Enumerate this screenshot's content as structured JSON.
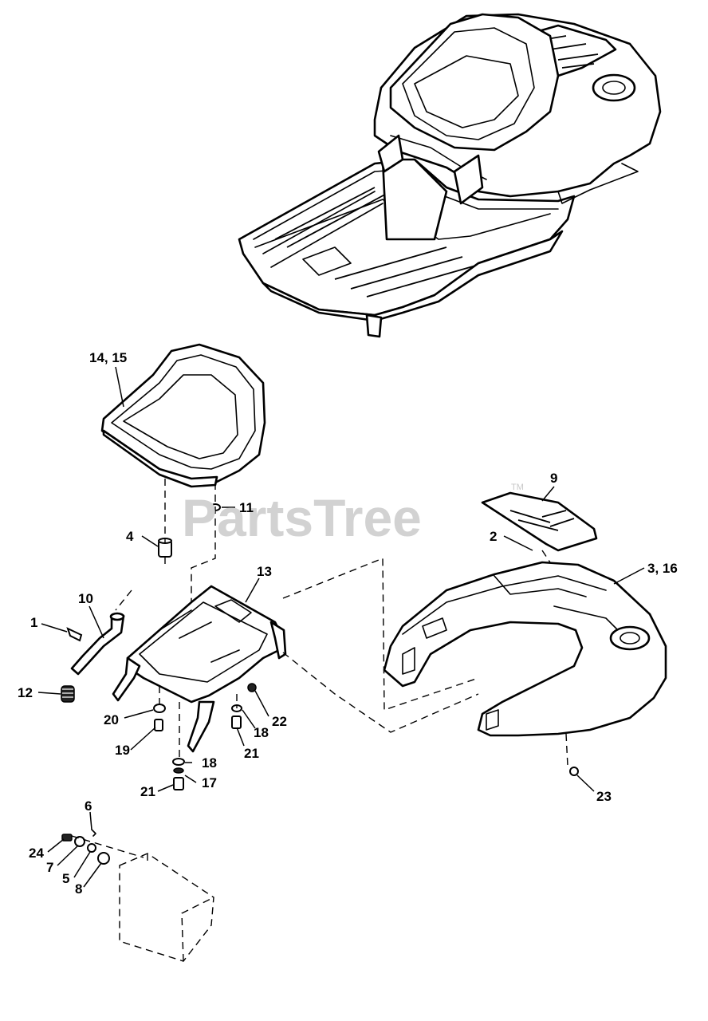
{
  "watermark": {
    "text": "PartsTree",
    "trademark": "TM"
  },
  "callouts": [
    {
      "id": "c-14-15",
      "label": "14, 15"
    },
    {
      "id": "c-11",
      "label": "11"
    },
    {
      "id": "c-4",
      "label": "4"
    },
    {
      "id": "c-13",
      "label": "13"
    },
    {
      "id": "c-10",
      "label": "10"
    },
    {
      "id": "c-1",
      "label": "1"
    },
    {
      "id": "c-12",
      "label": "12"
    },
    {
      "id": "c-20",
      "label": "20"
    },
    {
      "id": "c-19",
      "label": "19"
    },
    {
      "id": "c-22",
      "label": "22"
    },
    {
      "id": "c-18a",
      "label": "18"
    },
    {
      "id": "c-21a",
      "label": "21"
    },
    {
      "id": "c-18b",
      "label": "18"
    },
    {
      "id": "c-17",
      "label": "17"
    },
    {
      "id": "c-21b",
      "label": "21"
    },
    {
      "id": "c-9",
      "label": "9"
    },
    {
      "id": "c-2",
      "label": "2"
    },
    {
      "id": "c-3-16",
      "label": "3, 16"
    },
    {
      "id": "c-23",
      "label": "23"
    },
    {
      "id": "c-6",
      "label": "6"
    },
    {
      "id": "c-24",
      "label": "24"
    },
    {
      "id": "c-7",
      "label": "7"
    },
    {
      "id": "c-5",
      "label": "5"
    },
    {
      "id": "c-8",
      "label": "8"
    }
  ]
}
